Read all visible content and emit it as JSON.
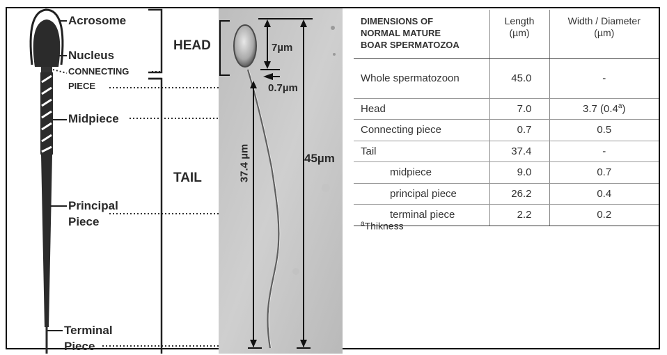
{
  "diagram": {
    "labels": {
      "acrosome": "Acrosome",
      "nucleus": "Nucleus",
      "connecting_piece_1": "CONNECTING",
      "connecting_piece_2": "PIECE",
      "midpiece": "Midpiece",
      "principal_1": "Principal",
      "principal_2": "Piece",
      "terminal_1": "Terminal",
      "terminal_2": "Piece"
    },
    "regions": {
      "head": "HEAD",
      "tail": "TAIL"
    },
    "measurements": {
      "head_length": "7µm",
      "connecting_length": "0.7µm",
      "tail_length": "37.4 µm",
      "total_length": "45µm"
    }
  },
  "table": {
    "title_lines": [
      "DIMENSIONS OF",
      "NORMAL MATURE",
      "BOAR SPERMATOZOA"
    ],
    "col_length": [
      "Length",
      "(µm)"
    ],
    "col_width": [
      "Width / Diameter",
      "(µm)"
    ],
    "rows": [
      {
        "name": "Whole spermatozoon",
        "length": "45.0",
        "width": "-",
        "indent": false
      },
      {
        "name": "Head",
        "length": "7.0",
        "width": "3.7 (0.4a)",
        "indent": false
      },
      {
        "name": "Connecting piece",
        "length": "0.7",
        "width": "0.5",
        "indent": false
      },
      {
        "name": "Tail",
        "length": "37.4",
        "width": "-",
        "indent": false
      },
      {
        "name": "midpiece",
        "length": "9.0",
        "width": "0.7",
        "indent": true
      },
      {
        "name": "principal piece",
        "length": "26.2",
        "width": "0.4",
        "indent": true
      },
      {
        "name": "terminal piece",
        "length": "2.2",
        "width": "0.2",
        "indent": true
      }
    ],
    "footnote_mark": "a",
    "footnote_text": "Thikness"
  }
}
